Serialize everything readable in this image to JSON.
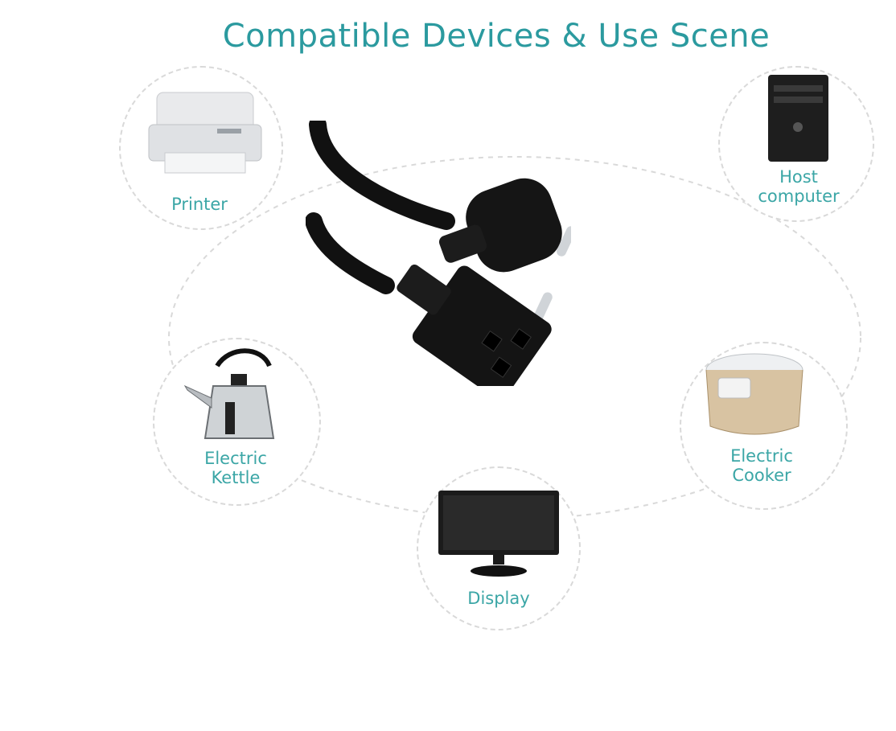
{
  "title": "Compatible Devices & Use Scene",
  "devices": [
    {
      "name": "printer",
      "label": "Printer"
    },
    {
      "name": "host-computer",
      "label_line1": "Host",
      "label_line2": "computer"
    },
    {
      "name": "electric-kettle",
      "label_line1": "Electric",
      "label_line2": "Kettle"
    },
    {
      "name": "electric-cooker",
      "label_line1": "Electric",
      "label_line2": "Cooker"
    },
    {
      "name": "display",
      "label": "Display"
    }
  ],
  "colors": {
    "title": "#2b9a9f",
    "label": "#3ba6a6",
    "dashed_ring": "#d9d9d9",
    "cable": "#111111"
  },
  "icons": {
    "product": "power-cord-icon",
    "printer": "printer-icon",
    "host_computer": "pc-tower-icon",
    "kettle": "kettle-icon",
    "cooker": "rice-cooker-icon",
    "display": "monitor-icon"
  }
}
